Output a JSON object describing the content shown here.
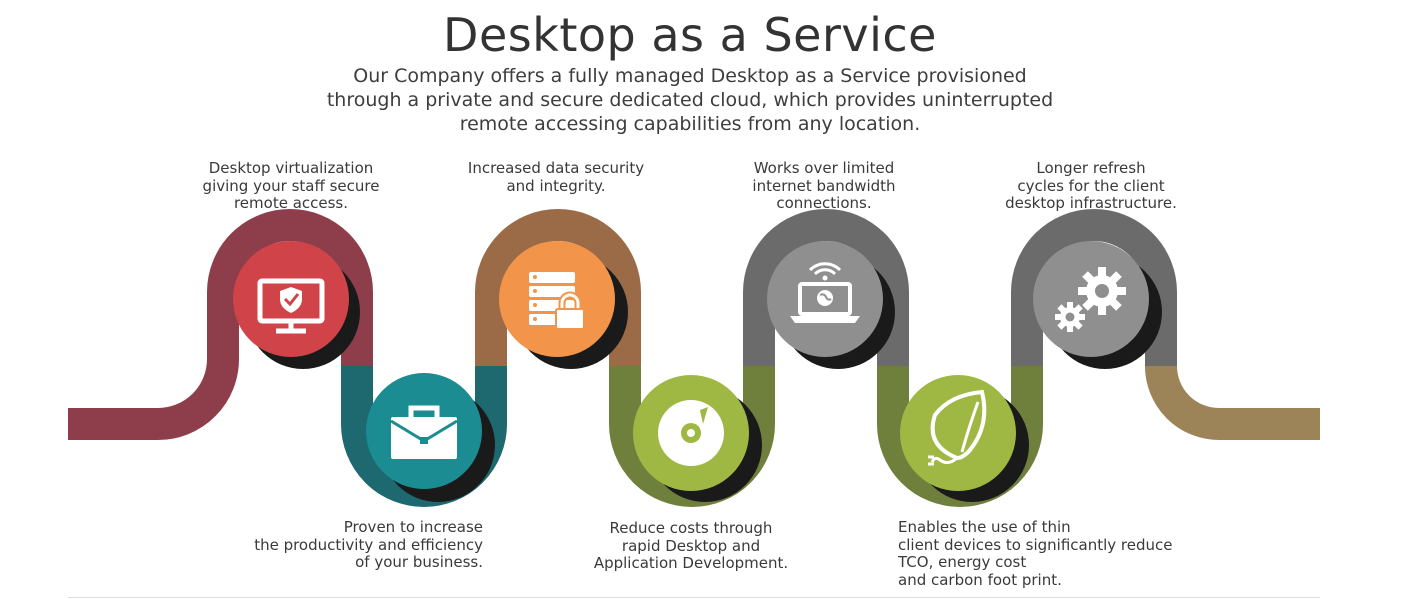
{
  "header": {
    "title": "Desktop as a Service",
    "subtitle_lines": [
      "Our Company offers a fully managed Desktop as a Service provisioned",
      "through a private and secure dedicated cloud, which provides uninterrupted",
      "remote accessing capabilities from any location."
    ]
  },
  "steps": [
    {
      "icon": "monitor-shield-icon",
      "color": "#d04349",
      "lines": [
        "Desktop virtualization",
        "giving your staff secure",
        "remote access."
      ]
    },
    {
      "icon": "briefcase-icon",
      "color": "#1a8c92",
      "lines": [
        "Proven to increase",
        "the productivity and efficiency",
        "of your business."
      ]
    },
    {
      "icon": "server-lock-icon",
      "color": "#f2954a",
      "lines": [
        "Increased data security",
        "and integrity."
      ]
    },
    {
      "icon": "disc-icon",
      "color": "#9fb843",
      "lines": [
        "Reduce costs through",
        "rapid Desktop and",
        "Application Development."
      ]
    },
    {
      "icon": "laptop-wifi-globe-icon",
      "color": "#8f8f8f",
      "lines": [
        "Works over limited",
        "internet bandwidth",
        "connections."
      ]
    },
    {
      "icon": "leaf-plug-icon",
      "color": "#9fb843",
      "lines": [
        "Enables the use of thin",
        "client devices to significantly reduce",
        "TCO, energy cost",
        "and carbon foot print."
      ]
    },
    {
      "icon": "gears-icon",
      "color": "#8f8f8f",
      "lines": [
        "Longer refresh",
        "cycles for the client",
        "desktop infrastructure."
      ]
    }
  ],
  "path_colors": {
    "segment_1": "#8e3e4a",
    "segment_2": "#1e6870",
    "segment_3": "#9b6a47",
    "segment_4": "#6f7f3c",
    "segment_5": "#6b6b6b",
    "segment_6": "#6f7f3c",
    "segment_7": "#6b6b6b",
    "segment_8": "#9c8358"
  }
}
